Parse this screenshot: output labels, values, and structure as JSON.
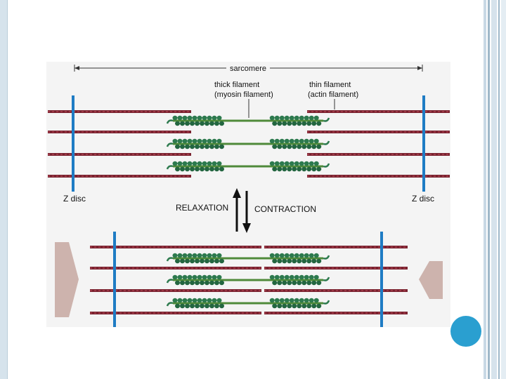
{
  "slide": {
    "accent_color": "#2a9fd0",
    "frame_color": "#d6e3ec"
  },
  "diagram": {
    "sarcomere_label": "sarcomere",
    "thick_label_1": "thick filament",
    "thick_label_2": "(myosin filament)",
    "thin_label_1": "thin filament",
    "thin_label_2": "(actin filament)",
    "zdisc_left_label": "Z disc",
    "zdisc_right_label": "Z disc",
    "relaxation_label": "RELAXATION",
    "contraction_label": "CONTRACTION",
    "colors": {
      "actin": "#7a2330",
      "myosin": "#2d7a4e",
      "zdisc": "#1f7cc4",
      "push_arrow": "#cdb3ad",
      "background": "#f4f4f4"
    }
  }
}
